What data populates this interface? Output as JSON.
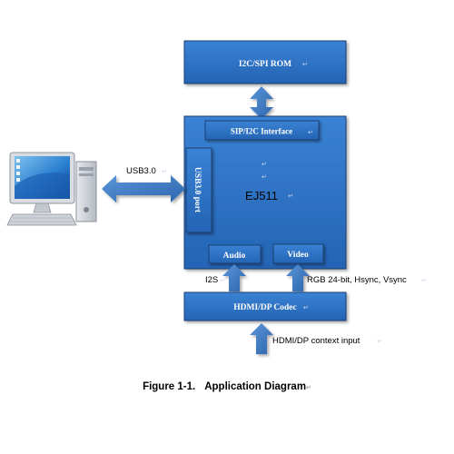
{
  "blocks": {
    "rom": "I2C/SPI ROM",
    "interface": "SIP/I2C Interface",
    "chip": "EJ511",
    "usb_port": "USB3.0 port",
    "audio": "Audio",
    "video": "Video",
    "codec": "HDMI/DP Codec"
  },
  "labels": {
    "usb": "USB3.0",
    "i2s": "I2S",
    "rgb": "RGB 24-bit, Hsync, Vsync",
    "hdmi_input": "HDMI/DP context input"
  },
  "caption": {
    "number": "Figure 1-1.",
    "title": "Application Diagram"
  },
  "colors": {
    "block_fill": "#2e74c6",
    "block_border": "#1d3f73",
    "arrow": "#3a78c2"
  },
  "icons": {
    "host": "desktop-computer-icon"
  }
}
